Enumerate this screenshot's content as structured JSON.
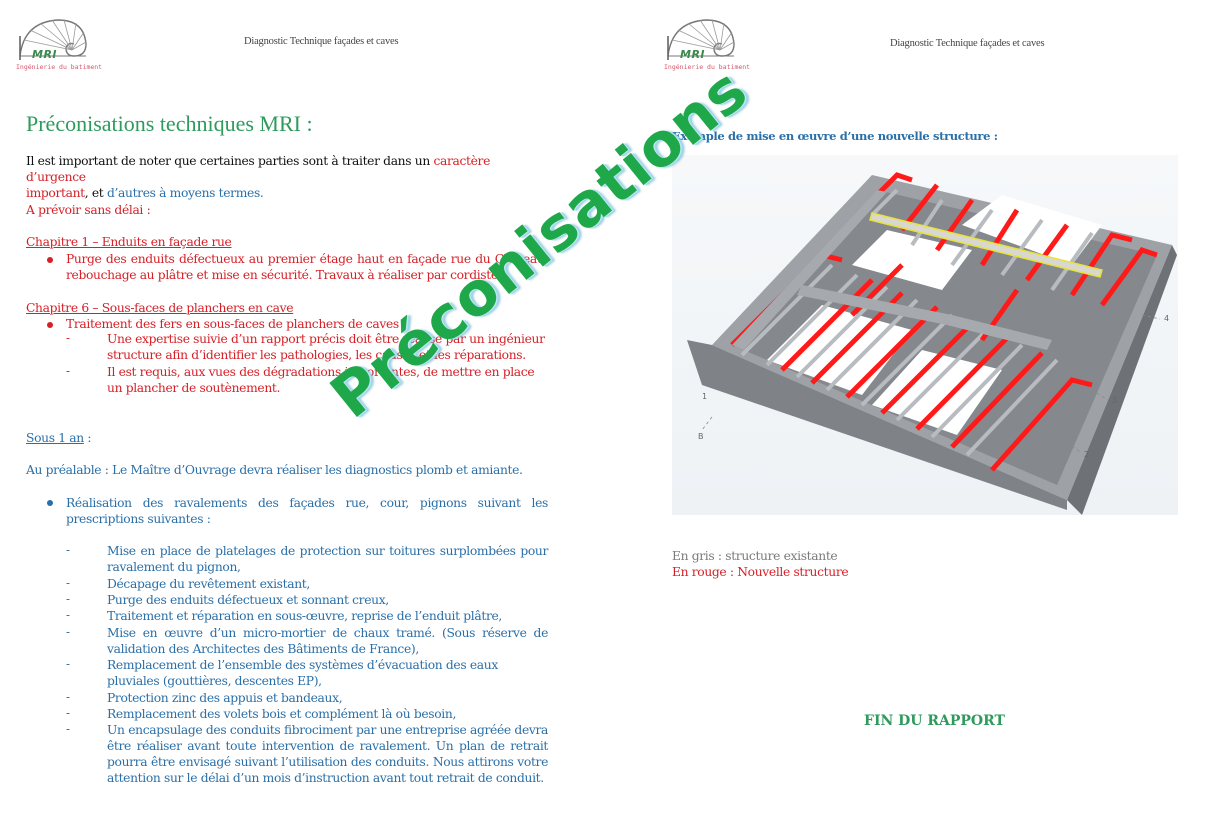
{
  "header": {
    "logo_text": "MRI",
    "logo_subtitle": "Ingénierie du batiment",
    "title": "Diagnostic Technique façades et caves"
  },
  "left_page": {
    "heading": "Préconisations techniques MRI :",
    "intro": {
      "part1": "Il est important de noter que certaines parties sont à traiter dans un ",
      "urgent": "caractère d’urgence",
      "urgent2": "important",
      "part2": ", et ",
      "medium": "d’autres à moyens termes."
    },
    "section_urgent": "A prévoir sans délai :",
    "chapter1": {
      "title": "Chapitre 1 – Enduits en façade rue",
      "bullet": "Purge des enduits défectueux au premier étage haut en façade rue du Château, rebouchage au plâtre et mise en sécurité. Travaux à réaliser par cordistes."
    },
    "chapter6": {
      "title": "Chapitre 6 – Sous-faces de planchers en cave",
      "bullet": "Traitement des fers en sous-faces de planchers de caves :",
      "sub_items": [
        "Une expertise suivie d’un rapport précis doit être réalisé par un ingénieur structure afin d’identifier les pathologies, les causes et les réparations.",
        "Il est requis, aux vues des dégradations importantes, de mettre en place un plancher de soutènement."
      ]
    },
    "section_year": "Sous 1 an",
    "section_year_suffix": " :",
    "prerequisite": "Au préalable : Le Maître d’Ouvrage devra réaliser les diagnostics plomb et amiante.",
    "ravalement_bullet": "Réalisation des ravalements des façades rue, cour, pignons suivant les prescriptions suivantes :",
    "prescriptions": [
      "Mise en place de platelages de protection sur toitures surplombées pour ravalement du pignon,",
      "Décapage du revêtement existant,",
      "Purge des enduits défectueux et sonnant creux,",
      "Traitement et réparation en sous-œuvre, reprise de l’enduit plâtre,",
      "Mise en œuvre d’un micro-mortier de chaux tramé. (Sous réserve de validation des Architectes des Bâtiments de France),",
      "Remplacement de l’ensemble des systèmes d’évacuation des eaux pluviales (gouttières, descentes EP),",
      "Protection zinc des appuis et bandeaux,",
      "Remplacement des volets bois et complément là où besoin,",
      "Un encapsulage des conduits fibrociment par une entreprise agréée devra être réaliser avant toute intervention de ravalement. Un plan de retrait pourra être envisagé suivant l’utilisation des conduits. Nous attirons votre attention sur le délai d’un mois d’instruction avant tout retrait de conduit."
    ]
  },
  "right_page": {
    "example_title": "Exemple de mise en œuvre d’une nouvelle structure :",
    "drawing_labels": [
      "4",
      "3",
      "2",
      "1",
      "B"
    ],
    "legend_grey": "En gris : structure existante",
    "legend_red": "En rouge : Nouvelle structure",
    "end": "FIN DU RAPPORT"
  },
  "watermark": "Préconisations",
  "colors": {
    "heading_green": "#2e9a5c",
    "urgent_red": "#d62027",
    "medium_blue": "#2a6fa8",
    "watermark_green": "#1ea84a",
    "existing_grey": "#8e9297",
    "new_red": "#ff1a1a"
  }
}
